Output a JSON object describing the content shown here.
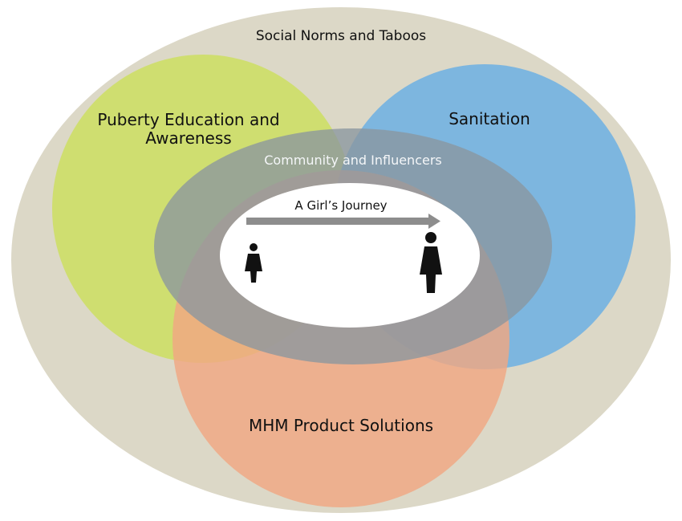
{
  "diagram": {
    "outer_label": "Social Norms and Taboos",
    "puberty_label": "Puberty Education and Awareness",
    "sanitation_label": "Sanitation",
    "community_label": "Community and Influencers",
    "journey_label": "A Girl’s Journey",
    "mhm_label": "MHM Product Solutions"
  },
  "colors": {
    "outer": "#dcd8c7",
    "puberty": "#cdde6b",
    "sanitation": "#6fb0e2",
    "mhm": "#f0a783",
    "community": "#8a969f",
    "center": "#ffffff",
    "figure": "#111111",
    "arrow": "#8d8d8d"
  },
  "icons": [
    "girl-figure-icon",
    "woman-figure-icon",
    "arrow-right-icon"
  ]
}
